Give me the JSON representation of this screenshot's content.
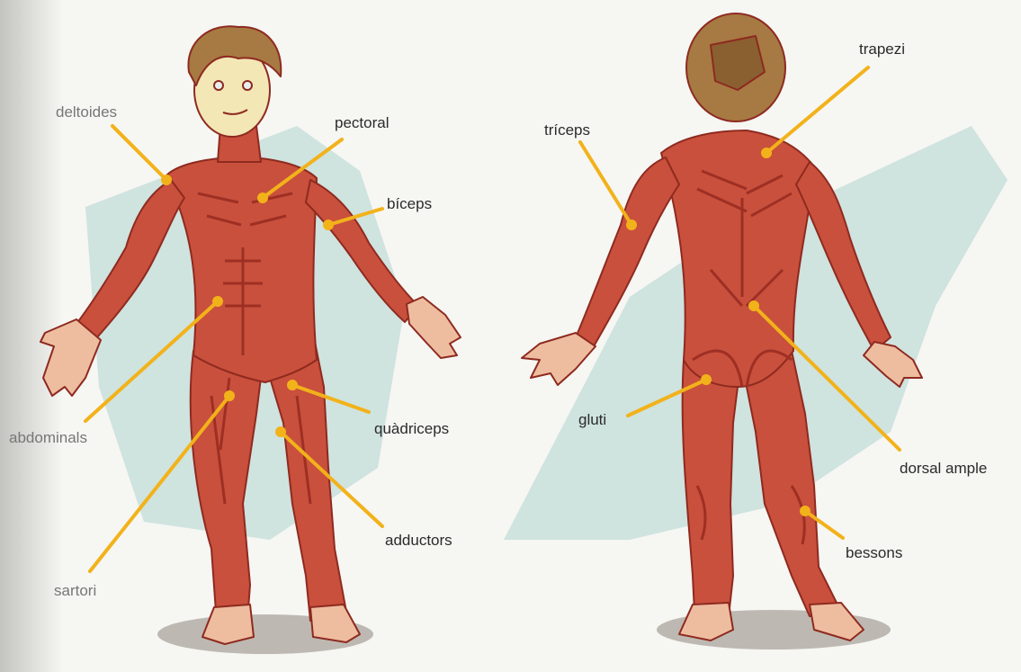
{
  "figure": {
    "front_labels": {
      "deltoides": "deltoides",
      "pectoral": "pectoral",
      "biceps": "bíceps",
      "abdominals": "abdominals",
      "quadriceps": "quàdriceps",
      "adductors": "adductors",
      "sartori": "sartori"
    },
    "back_labels": {
      "trapezi": "trapezi",
      "triceps": "tríceps",
      "gluti": "gluti",
      "dorsal_ample": "dorsal ample",
      "bessons": "bessons"
    }
  },
  "colors": {
    "background": "#f6f6f3",
    "teal_shape": "#cfe3df",
    "muscle": "#c9503c",
    "muscle_dark": "#9e2f24",
    "skin": "#eebda0",
    "hair": "#a67a42",
    "pointer": "#f2b21a",
    "shadow": "#a9a49c"
  }
}
